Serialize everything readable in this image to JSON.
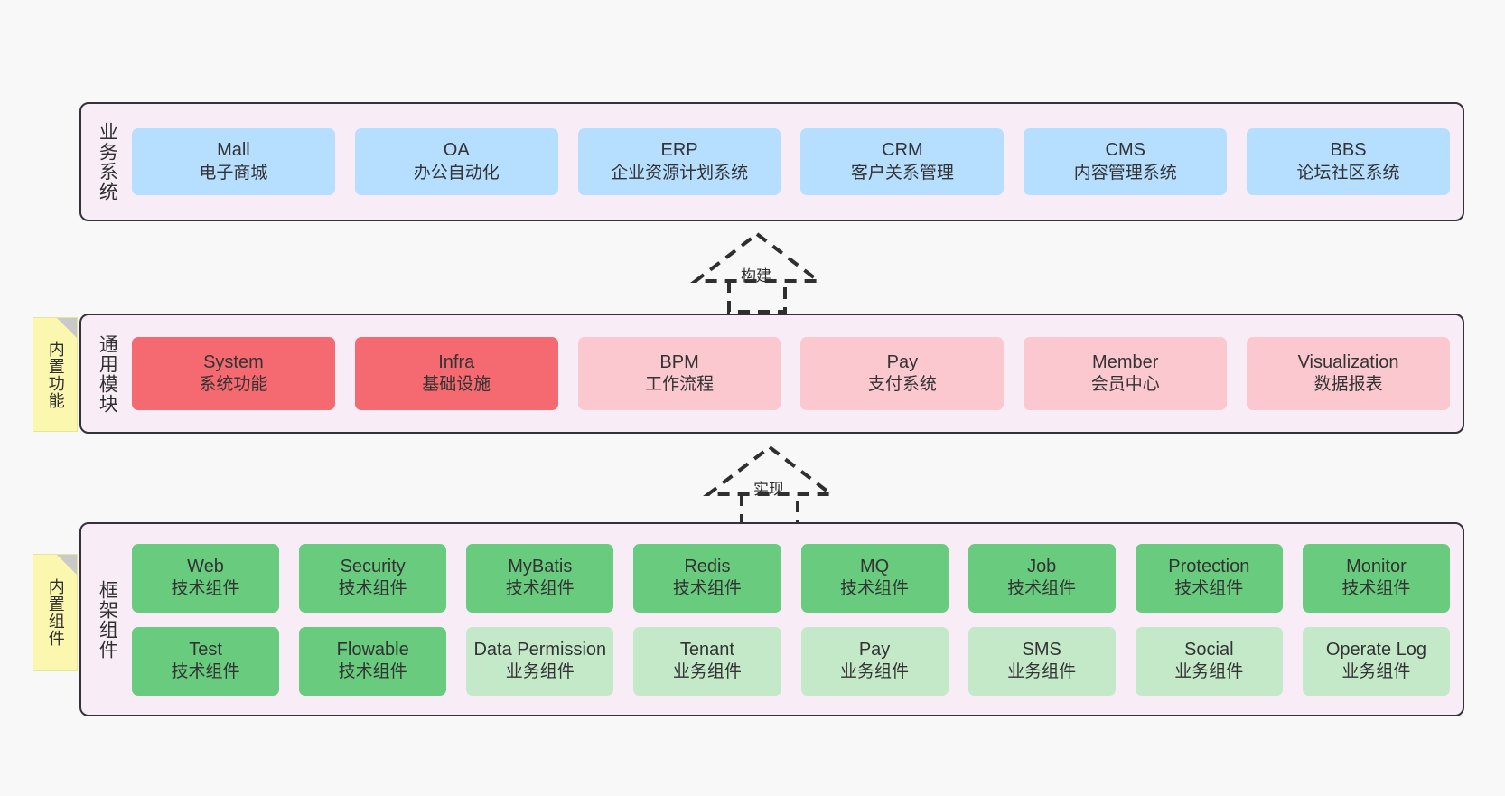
{
  "diagram": {
    "background_color": "#f8f8f8",
    "layer_bg_color": "#f8ecf6",
    "layer_border_color": "#34313a",
    "sticky_color": "#fcf7ae",
    "colors": {
      "blue": "#b5deff",
      "red": "#f46a70",
      "pink": "#fbc8d0",
      "green": "#68cb7e",
      "light_green": "#c3e9c9"
    }
  },
  "layers": {
    "business": {
      "label": "业务系统",
      "cards": [
        {
          "title": "Mall",
          "subtitle": "电子商城"
        },
        {
          "title": "OA",
          "subtitle": "办公自动化"
        },
        {
          "title": "ERP",
          "subtitle": "企业资源计划系统"
        },
        {
          "title": "CRM",
          "subtitle": "客户关系管理"
        },
        {
          "title": "CMS",
          "subtitle": "内容管理系统"
        },
        {
          "title": "BBS",
          "subtitle": "论坛社区系统"
        }
      ]
    },
    "modules": {
      "label": "通用模块",
      "sticky": "内置功能",
      "cards": [
        {
          "title": "System",
          "subtitle": "系统功能",
          "color": "red"
        },
        {
          "title": "Infra",
          "subtitle": "基础设施",
          "color": "red"
        },
        {
          "title": "BPM",
          "subtitle": "工作流程",
          "color": "pink"
        },
        {
          "title": "Pay",
          "subtitle": "支付系统",
          "color": "pink"
        },
        {
          "title": "Member",
          "subtitle": "会员中心",
          "color": "pink"
        },
        {
          "title": "Visualization",
          "subtitle": "数据报表",
          "color": "pink"
        }
      ]
    },
    "framework": {
      "label": "框架组件",
      "sticky": "内置组件",
      "row1": [
        {
          "title": "Web",
          "subtitle": "技术组件",
          "color": "green"
        },
        {
          "title": "Security",
          "subtitle": "技术组件",
          "color": "green"
        },
        {
          "title": "MyBatis",
          "subtitle": "技术组件",
          "color": "green"
        },
        {
          "title": "Redis",
          "subtitle": "技术组件",
          "color": "green"
        },
        {
          "title": "MQ",
          "subtitle": "技术组件",
          "color": "green"
        },
        {
          "title": "Job",
          "subtitle": "技术组件",
          "color": "green"
        },
        {
          "title": "Protection",
          "subtitle": "技术组件",
          "color": "green"
        },
        {
          "title": "Monitor",
          "subtitle": "技术组件",
          "color": "green"
        }
      ],
      "row2": [
        {
          "title": "Test",
          "subtitle": "技术组件",
          "color": "green"
        },
        {
          "title": "Flowable",
          "subtitle": "技术组件",
          "color": "green"
        },
        {
          "title": "Data Permission",
          "subtitle": "业务组件",
          "color": "light_green"
        },
        {
          "title": "Tenant",
          "subtitle": "业务组件",
          "color": "light_green"
        },
        {
          "title": "Pay",
          "subtitle": "业务组件",
          "color": "light_green"
        },
        {
          "title": "SMS",
          "subtitle": "业务组件",
          "color": "light_green"
        },
        {
          "title": "Social",
          "subtitle": "业务组件",
          "color": "light_green"
        },
        {
          "title": "Operate Log",
          "subtitle": "业务组件",
          "color": "light_green"
        }
      ]
    }
  },
  "arrows": [
    {
      "name": "build",
      "label": "构建",
      "direction": "up",
      "style": "dashed-generalization"
    },
    {
      "name": "implement",
      "label": "实现",
      "direction": "up",
      "style": "dashed-generalization"
    }
  ]
}
